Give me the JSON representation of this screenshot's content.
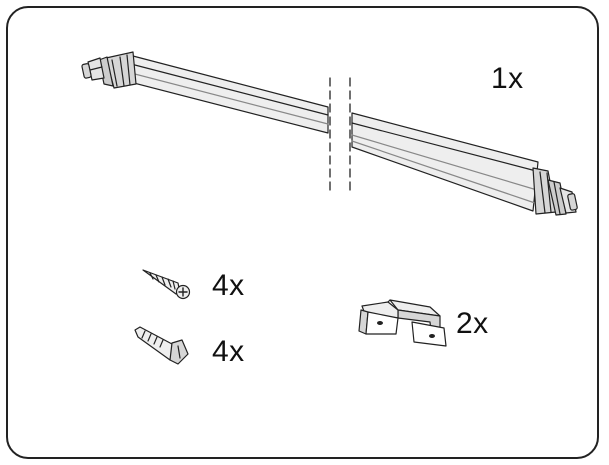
{
  "parts": [
    {
      "id": "fixture",
      "icon": "led-batten-fixture-icon",
      "quantity_label": "1x"
    },
    {
      "id": "screw",
      "icon": "wood-screw-icon",
      "quantity_label": "4x"
    },
    {
      "id": "plug",
      "icon": "wall-plug-anchor-icon",
      "quantity_label": "4x"
    },
    {
      "id": "clip",
      "icon": "mounting-clip-icon",
      "quantity_label": "2x"
    }
  ],
  "colors": {
    "line": "#222222",
    "shade": "#d6d6d6",
    "light": "#eeeeee"
  }
}
